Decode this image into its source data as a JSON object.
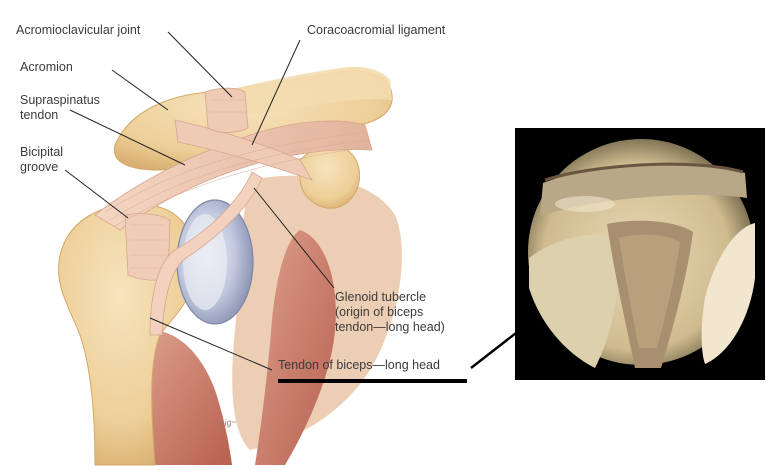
{
  "labels": {
    "acromioclavicular_joint": "Acromioclavicular joint",
    "acromion": "Acromion",
    "supraspinatus_tendon": [
      "Supraspinatus",
      "tendon"
    ],
    "bicipital_groove": [
      "Bicipital",
      "groove"
    ],
    "coracoacromial_ligament": "Coracoacromial ligament",
    "glenoid_tubercle": [
      "Glenoid tubercle",
      "(origin of biceps",
      "tendon—long head)"
    ],
    "tendon_of_biceps": "Tendon of biceps—long head"
  },
  "colors": {
    "bone": "#f1d6a6",
    "ligament": "#ecc5ad",
    "muscle": "#c9796a",
    "cartilage": "#b9bfd6",
    "leader_line": "#222222",
    "arrow": "#000000",
    "scope_tissue": "#e2d2ac"
  }
}
